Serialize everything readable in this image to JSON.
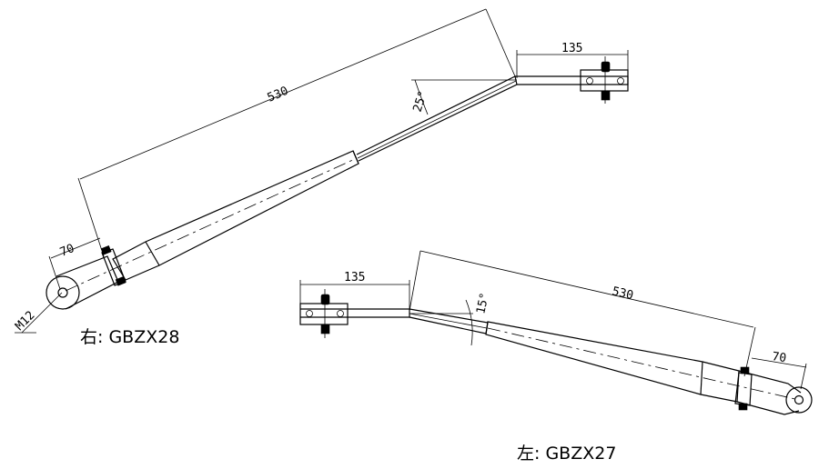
{
  "right_arm": {
    "length_dim": "530",
    "mount_dim": "135",
    "end_dim": "70",
    "angle_dim": "25°",
    "thread_label": "M12",
    "caption": "右: GBZX28"
  },
  "left_arm": {
    "length_dim": "530",
    "mount_dim": "135",
    "end_dim": "70",
    "angle_dim": "15°",
    "caption": "左: GBZX27"
  }
}
